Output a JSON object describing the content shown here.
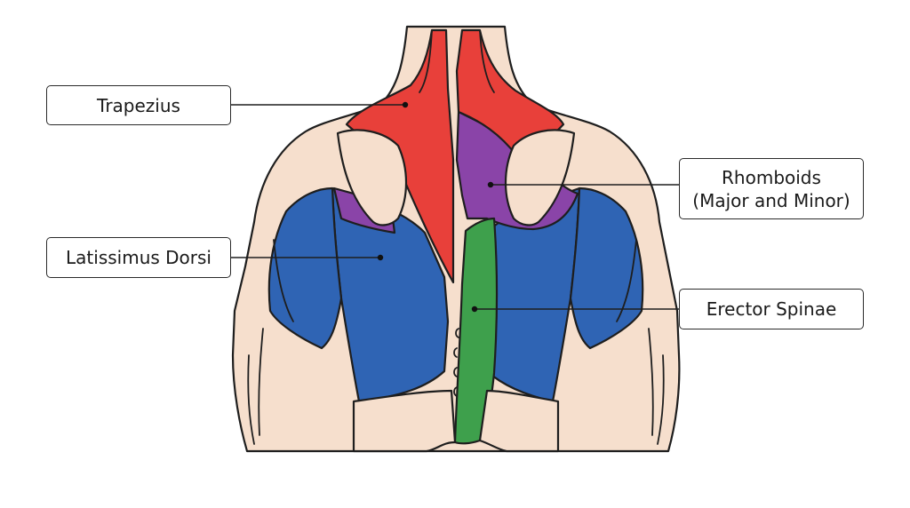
{
  "colors": {
    "trapezius": "#e8403a",
    "rhomboids": "#8a44a8",
    "latissimus_dorsi": "#2f64b4",
    "erector_spinae": "#3ea04c",
    "skin": "#f6dfcd",
    "outline": "#1e1e1e"
  },
  "labels": {
    "trapezius": "Trapezius",
    "latissimus_dorsi": "Latissimus Dorsi",
    "rhomboids_line1": "Rhomboids",
    "rhomboids_line2": "(Major and Minor)",
    "erector_spinae": "Erector Spinae"
  }
}
